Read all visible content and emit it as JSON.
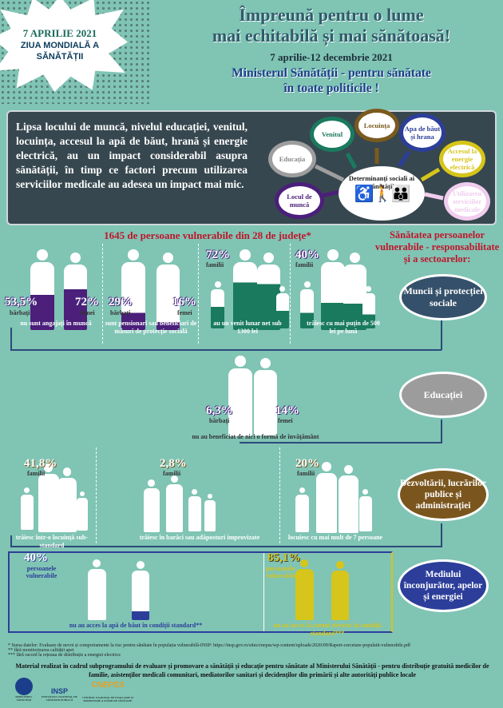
{
  "badge": {
    "date": "7 APRILIE 2021",
    "label": "ZIUA MONDIALĂ A SĂNĂTĂȚII"
  },
  "header": {
    "title_line1": "Împreună pentru o lume",
    "title_line2": "mai echitabilă și mai sănătoasă!",
    "period": "7 aprilie-12 decembrie 2021",
    "ministry_line1": "Ministerul Sănătății  - pentru sănătate",
    "ministry_line2": "în toate politicile !"
  },
  "intro": "Lipsa locului de muncă, nivelul educației, venitul, locuința, accesul la apă de băut, hrană și energie electrică, au un impact considerabil asupra sănătății, în timp ce factori precum utilizarea serviciilor medicale au adesea un impact mai mic.",
  "determinants": {
    "center": "Determinanți sociali ai sănătății",
    "items": [
      "Locul de muncă",
      "Educația",
      "Venitul",
      "Locuința",
      "Apa de băut și hrana",
      "Accesul la energie electrică",
      "Utilizarea serviciilor medicale"
    ],
    "colors": [
      "#4b1f7a",
      "#9e9e9e",
      "#1a7a5e",
      "#7a5a1e",
      "#2c3e9a",
      "#d6c51a",
      "#f0cdee"
    ]
  },
  "survey_heading": "1645 de persoane vulnerabile din 28 de județe*",
  "responsibility_heading": "Sănătatea  persoanelor vulnerabile - responsabilitate și a sectoarelor:",
  "row1": [
    {
      "pct_m": "53,5%",
      "lab_m": "bărbați",
      "pct_f": "72%",
      "lab_f": "femei",
      "caption": "nu sunt angajați în muncă"
    },
    {
      "pct_m": "29%",
      "lab_m": "bărbați",
      "pct_f": "16%",
      "lab_f": "femei",
      "caption": "sunt pensionari sau beneficiari de măsuri de protecție socială"
    },
    {
      "pct": "72%",
      "lab": "familii",
      "caption": "au un venit lunar net sub 1300 lei"
    },
    {
      "pct": "40%",
      "lab": "familii",
      "caption": "trăiesc cu mai puțin de 500 lei pe lună"
    }
  ],
  "row2": {
    "pct_m": "6,3%",
    "lab_m": "bărbați",
    "pct_f": "14%",
    "lab_f": "femei",
    "caption": "nu au beneficiat de nici o formă de învățământ"
  },
  "row3": [
    {
      "pct": "41,8%",
      "lab": "familii",
      "caption": "trăiesc într-o locuință sub-standard"
    },
    {
      "pct": "2,8%",
      "lab": "familii",
      "caption": "trăiesc în barăci sau adăposturi improvizate"
    },
    {
      "pct": "20%",
      "lab": "familii",
      "caption": "locuiesc cu mai mult de 7 persoane"
    }
  ],
  "row4": [
    {
      "pct": "40%",
      "lab": "persoanele vulnerabile",
      "caption": "nu au acces la apă de băut în condiții standard**"
    },
    {
      "pct": "85,1%",
      "lab": "persoanele vulnerabile",
      "caption": "nu au acces la curent electric în condiții standard***"
    }
  ],
  "sectors": [
    "Muncii și protecției sociale",
    "Educației",
    "Dezvoltării, lucrărilor publice și administrației",
    "Mediului înconjurător, apelor și  energiei"
  ],
  "footnotes": [
    "* Sursa datelor: Evaluare de nevoi și comportamente la risc pentru sănătate în populația vulnerabilă-INSP: https://insp.gov.ro/sites/cnepss/wp-content/uploads/2020/09/Raport-cercetare-populatii-vulnerabile.pdf",
    "** fără monitorizarea calității apei",
    "*** fără racord  la rețeaua de distribuție  a energiei electrice"
  ],
  "credit": "Material realizat în cadrul subprogramului de evaluare și promovare a sănătății și educație pentru sănătate al Ministerului Sănătății -  pentru distribuție gratuită medicilor de familie, asistenților medicali comunitari, mediatorilor sanitari și  decidenților din primării și alte autorități publice locale",
  "logos": [
    {
      "mark": "",
      "caption": "MINISTERUL SĂNĂTĂȚII"
    },
    {
      "mark": "INSP",
      "caption": "INSTITUTUL NAȚIONAL DE SĂNĂTATE PUBLICĂ"
    },
    {
      "mark": "CNEPSS",
      "caption": "CENTRUL NAȚIONAL DE EVALUARE ȘI PROMOVARE A STĂRII DE SĂNĂTATE"
    }
  ]
}
